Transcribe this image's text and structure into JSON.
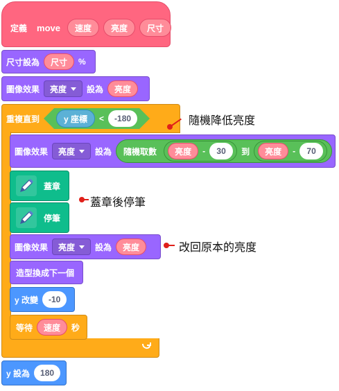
{
  "define_block": {
    "keyword": "定義",
    "name": "move",
    "params": [
      "速度",
      "亮度",
      "尺寸"
    ]
  },
  "set_size": {
    "label": "尺寸設為",
    "value": "尺寸",
    "unit": "%"
  },
  "set_effect_1": {
    "label": "圖像效果",
    "effect": "亮度",
    "set_to": "設為",
    "value": "亮度"
  },
  "repeat_until": {
    "label": "重複直到",
    "reporter": "y 座標",
    "operator": "<",
    "compare_value": "-180"
  },
  "set_effect_2": {
    "label": "圖像效果",
    "effect": "亮度",
    "set_to": "設為",
    "random_label": "隨機取數",
    "from_var": "亮度",
    "minus": "-",
    "from_num": "30",
    "to_label": "到",
    "to_var": "亮度",
    "to_num": "70"
  },
  "stamp": {
    "label": "蓋章",
    "icon": "pen-icon"
  },
  "pen_up": {
    "label": "停筆",
    "icon": "pen-icon"
  },
  "set_effect_3": {
    "label": "圖像效果",
    "effect": "亮度",
    "set_to": "設為",
    "value": "亮度"
  },
  "next_costume": {
    "label": "造型換成下一個"
  },
  "change_y": {
    "label": "y 改變",
    "value": "-10"
  },
  "wait": {
    "label": "等待",
    "value": "速度",
    "unit": "秒"
  },
  "set_y": {
    "label": "y 設為",
    "value": "180"
  },
  "annotations": {
    "random_brightness": "隨機降低亮度",
    "stamp_and_pen_up": "蓋章後停筆",
    "restore_brightness": "改回原本的亮度"
  },
  "colors": {
    "define": "#ff6680",
    "looks": "#9966ff",
    "control": "#ffab19",
    "motion": "#4c97ff",
    "operators": "#59c059",
    "pen": "#0fbd8c",
    "annotation": "#e0201a"
  }
}
